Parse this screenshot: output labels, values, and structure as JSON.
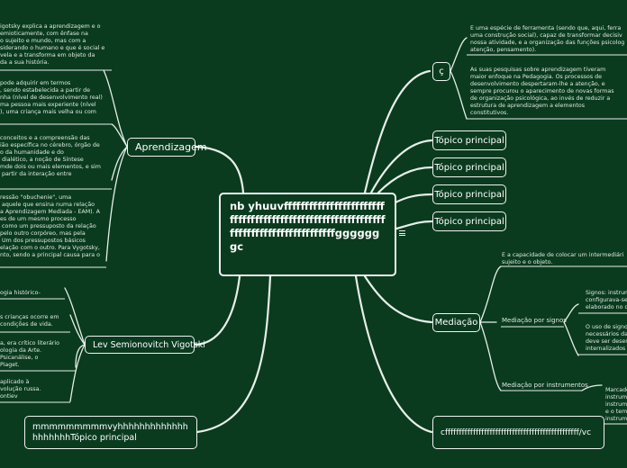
{
  "central": {
    "text": "nb yhuuvffffffffffffffffffffffffffffffffffffffffffffffffffffffffffffffffffffffffffffffffffffffgggggggc"
  },
  "left_branches": {
    "aprendizagem": "Aprendizagem",
    "vigotski": "Lev Semionovitch Vigotski",
    "bottom": "mmmmmmmmmvyhhhhhhhhhhhhhhhhhhhhTópico principal"
  },
  "right_branches": {
    "c": "ç",
    "topic1": "Tópico principal",
    "topic2": "Tópico principal",
    "topic3": "Tópico principal",
    "topic4": "Tópico principal",
    "mediacao": "Mediação",
    "bottom_right": "cffffffffffffffffffffffffffffffffffffffffffffffff/vc"
  },
  "left_texts": {
    "t1": "igotsky explica a aprendizagem e o\nemioticamente, com ênfase na\no sujeito e mundo, mas com a\nsiderando o humano e que é social e\nvela e a transforma em objeto da\nda a sua história.",
    "t2": "pode adquirir em termos\n, sendo estabelecida a partir de\nnha (nível de desenvolvimento real)\nma pessoa mais experiente (nível\n), uma criança mais velha ou com",
    "t3": "conceitos e a compreensão das\nião específica no cérebro, órgão de\no da humanidade e do\n dialético, a noção de Síntese\nmde dois ou mais elementos, e sim\n partir da interação entre",
    "t4": "ressão \"obuchenie\", uma\n aquele que ensina numa relação\na Aprendizagem Mediada - EAM). A\nes de um mesmo processo\n como um pressuposto da relação\npelo outro corpóreo, mas pela\n Um dos pressupostos básicos\nelação com o outro. Para Vygotsky,\nnto, sendo a principal causa para o",
    "t5": "ogia histórico-",
    "t6": "s crianças ocorre em\ncondições de vida.",
    "t7": "a, era crítico literário\nologia da Arte.\nPsicanálise, o\nPiaget.",
    "t8": "aplicado à\nvolução russa.\nontiev"
  },
  "right_texts": {
    "c_text1": "É uma espécie de ferramenta (sendo que, aqui, ferra\numa construção social), capaz de transformar decisiv\nnossa atividade, e a organização das funções psicolog\natenção, pensamento).",
    "c_text2": "As suas pesquisas sobre aprendizagem tiveram\nmaior enfoque na Pedagogia. Os processos de\ndesenvolvimento despertaram-lhe a atenção, e\nsempre procurou o aparecimento de novas formas\nde organização psicológica, ao invés de reduzir a\nestrutura de aprendizagem a elementos\nconstitutivos.",
    "mediacao_text": "É a capacidade de colocar um intermediári\nsujeito e o objeto.",
    "signos_label": "Mediação por signos",
    "instrumentos_label": "Mediação por instrumentos",
    "signos_t1": "Signos: instrum\nconfigurava-se\nelaborado no c",
    "signos_t2": "O uso de signo\nnecessários da\ndeve ser desen\ninternalizados",
    "instr_t1": "Marcado\ninstrume\ninstrume\ne o tem\ninstrume"
  }
}
